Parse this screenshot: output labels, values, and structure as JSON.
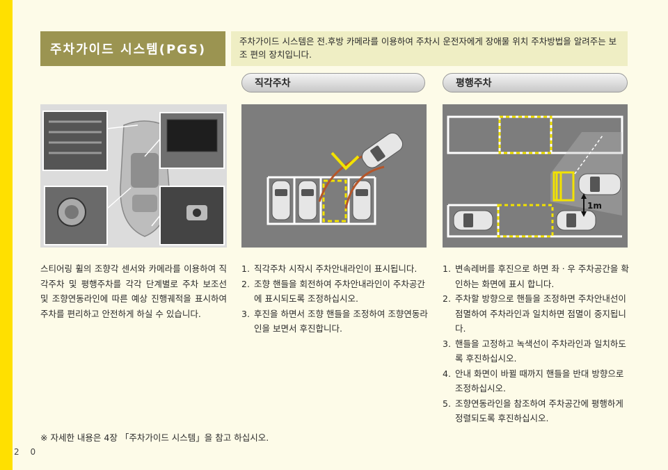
{
  "page": {
    "number": "2 0",
    "title": "주차가이드 시스템(PGS)",
    "intro": "주차가이드 시스템은 전.후방 카메라를 이용하여 주차시 운전자에게 장애물 위치 주차방법을 알려주는 보조 편의 장치입니다."
  },
  "sections": {
    "perpendicular": "직각주차",
    "parallel": "평행주차"
  },
  "figure": {
    "distance_label": "1m"
  },
  "left_text": "스티어링 휠의 조향각 센서와 카메라를 이용하여 직각주차 및 평행주차를 각각 단계별로 주차 보조선 및 조향연동라인에 따른 예상 진행궤적을 표시하여 주차를 편리하고 안전하게 하실 수 있습니다.",
  "perpendicular_steps": [
    {
      "num": "1.",
      "text": "직각주차 시작시 주차안내라인이 표시됩니다."
    },
    {
      "num": "2.",
      "text": "조향 핸들을 회전하여 주차안내라인이 주차공간에 표시되도록 조정하십시오."
    },
    {
      "num": "3.",
      "text": "후진을 하면서 조향 핸들을 조정하여 조향연동라인을 보면서 후진합니다."
    }
  ],
  "parallel_steps": [
    {
      "num": "1.",
      "text": "변속레버를 후진으로 하면 좌ㆍ우 주차공간을 확인하는 화면에 표시 합니다."
    },
    {
      "num": "2.",
      "text": "주차할 방향으로 핸들을 조정하면 주차안내선이 점멸하여 주차라인과 일치하면 점멸이 중지됩니다."
    },
    {
      "num": "3.",
      "text": "핸들을 고정하고 녹색선이 주차라인과 일치하도록 후진하십시오."
    },
    {
      "num": "4.",
      "text": "안내 화면이 바뀔 때까지 핸들을 반대 방향으로 조정하십시오."
    },
    {
      "num": "5.",
      "text": "조향연동라인을 참조하여 주차공간에 평행하게 정렬되도록 후진하십시오."
    }
  ],
  "note": "※ 자세한 내용은 4장 「주차가이드 시스템」을 참고 하십시오.",
  "colors": {
    "accent_yellow": "#ffe000",
    "title_olive": "#9b9451",
    "guide_yellow": "#f2e200"
  }
}
